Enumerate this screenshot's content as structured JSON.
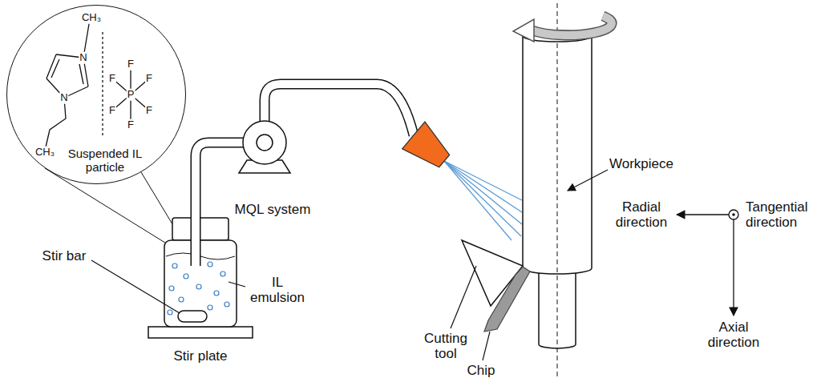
{
  "diagram": {
    "nodes": [
      {
        "text": [
          "Suspended IL particle"
        ]
      }
    ],
    "labels": [
      "CH₃",
      "N",
      "F",
      "F",
      "F",
      "P",
      "F",
      "F",
      "N",
      "F",
      "CH₃",
      "MQL system",
      "Workpiece",
      "Radial direction",
      "Tangential direction",
      "Stir bar",
      "IL emulsion",
      "Stir plate",
      "Cutting tool",
      "Chip",
      "Axial direction"
    ]
  }
}
